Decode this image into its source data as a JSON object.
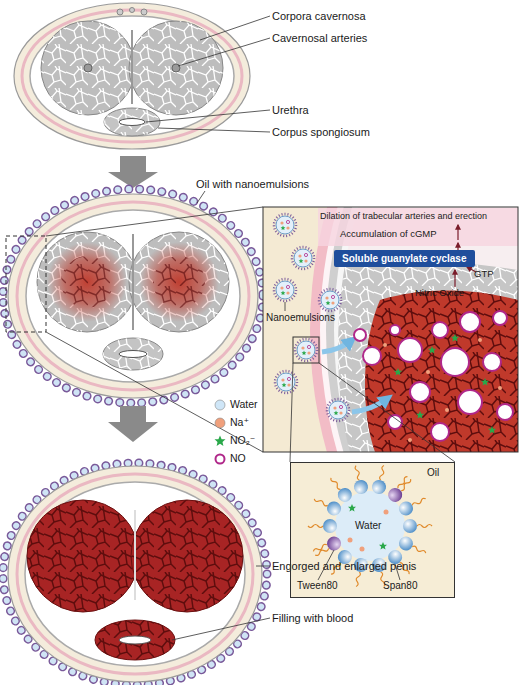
{
  "diagram": {
    "nodes": [
      {
        "text": [
          "Soluble guanylate cyclase"
        ]
      },
      {
        "text": [
          "Oil",
          "Water",
          "Tween80",
          "Span80"
        ]
      }
    ],
    "labels": [
      "Corpora cavernosa",
      "Cavernosal arteries",
      "Urethra",
      "Corpus spongiosum",
      "Oil with nanoemulsions",
      "Dilation of trabecular arteries and erection",
      "Accumulation of cGMP",
      "GTP",
      "Nitric Oxide",
      "Nanoemulsions",
      "Engorged and enlarged penis",
      "Filling with blood"
    ],
    "legend": [
      {
        "text": "Water",
        "color": "#cfe6f7"
      },
      {
        "text": "Na⁺",
        "color": "#f0a07c"
      },
      {
        "text": "NO₂⁻",
        "color": "#2aa84a"
      },
      {
        "text": "NO",
        "color": "#b0288a"
      }
    ]
  }
}
